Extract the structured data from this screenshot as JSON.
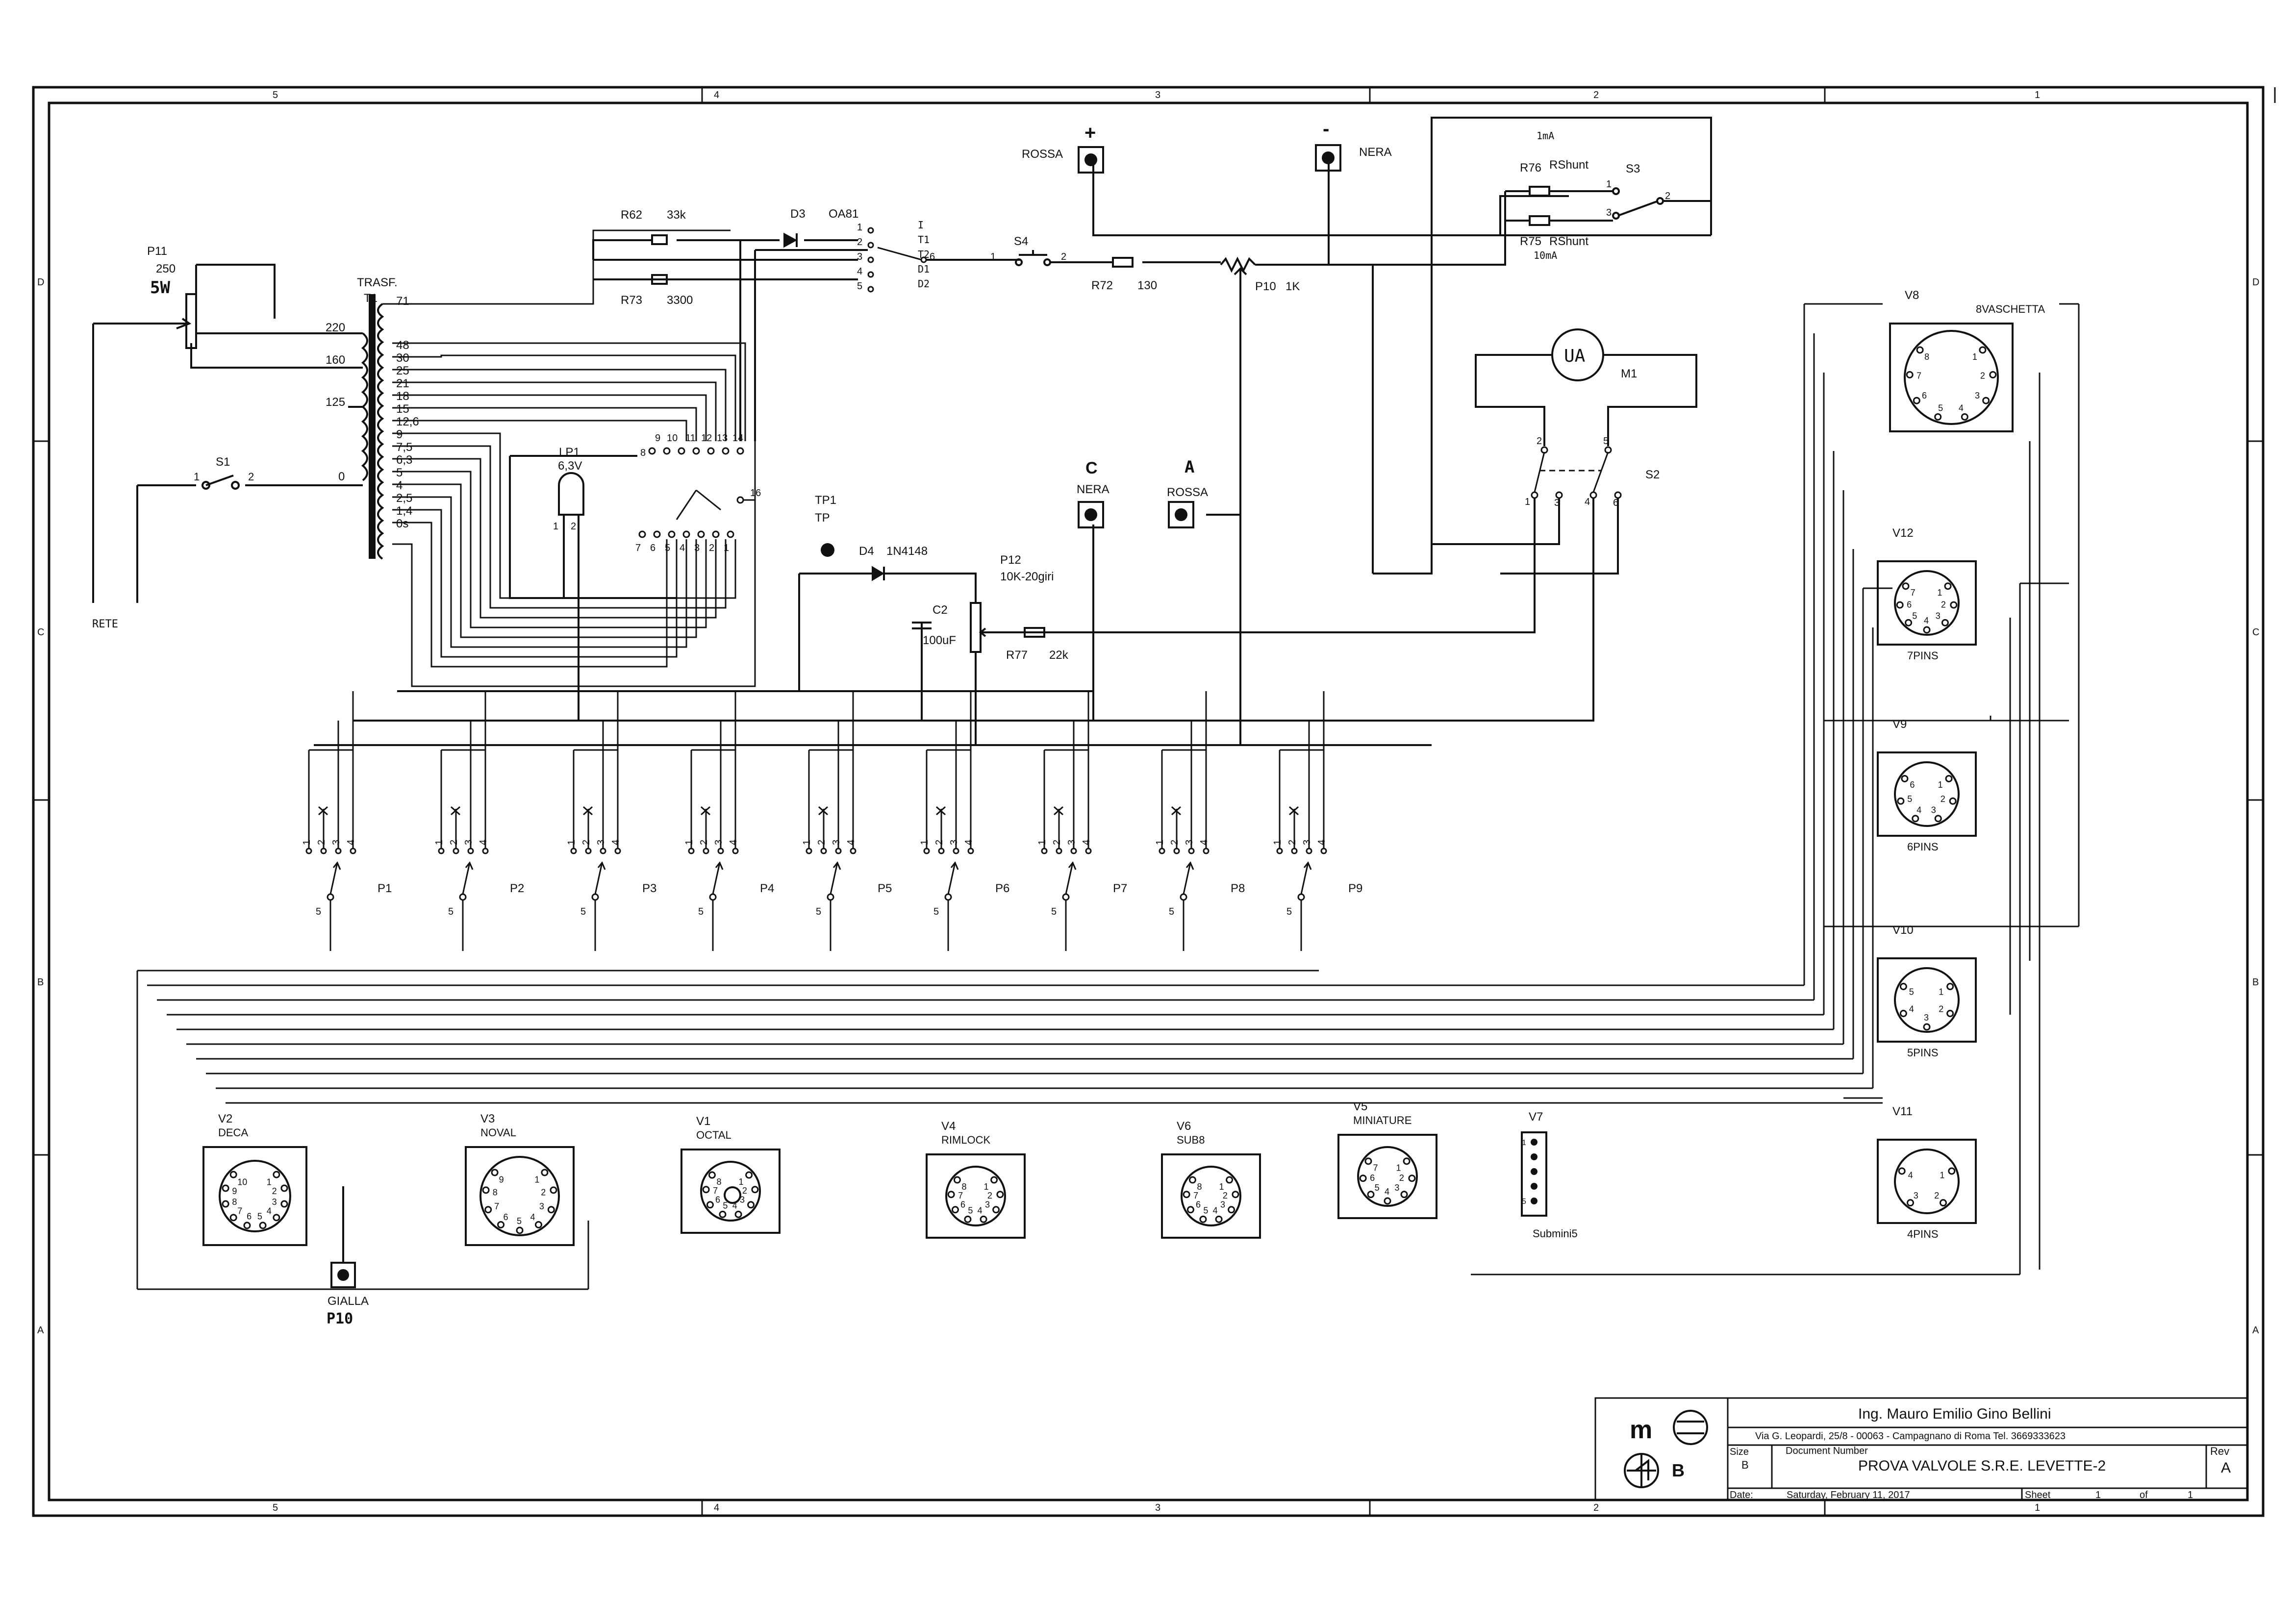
{
  "border": {
    "top_numbers": [
      "5",
      "4",
      "3",
      "2",
      "1"
    ],
    "bottom_numbers": [
      "5",
      "4",
      "3",
      "2",
      "1"
    ],
    "side_letters": [
      "D",
      "C",
      "B",
      "A"
    ]
  },
  "mains": {
    "p11_label": "P11",
    "p11_value": "250",
    "p11_power": "5W",
    "s1_label": "S1",
    "s1_pin1": "1",
    "s1_pin2": "2",
    "rete_label": "RETE"
  },
  "transformer": {
    "title": "TRASF.",
    "ref": "T1",
    "primary_taps": [
      "220",
      "160",
      "125",
      "0"
    ],
    "secondary_taps": [
      "71",
      "48",
      "30",
      "25",
      "21",
      "18",
      "15",
      "12,6",
      "9",
      "7,5",
      "6,3",
      "5",
      "4",
      "2,5",
      "1,4",
      "0s"
    ]
  },
  "lamp": {
    "ref": "LP1",
    "value": "6,3V",
    "pin1": "1",
    "pin2": "2"
  },
  "rotary": {
    "top_pins": [
      "8",
      "9",
      "10",
      "11",
      "12",
      "13",
      "14"
    ],
    "bottom_pins": [
      "7",
      "6",
      "5",
      "4",
      "3",
      "2",
      "1"
    ],
    "extra_pin": "16"
  },
  "top_parts": {
    "r62": "R62",
    "r62_val": "33k",
    "r73": "R73",
    "r73_val": "3300",
    "d3": "D3",
    "d3_val": "OA81",
    "sel_pins": [
      "1",
      "2",
      "3",
      "4",
      "5"
    ],
    "sel_pos": [
      "I",
      "T1",
      "T2",
      "D1",
      "D2"
    ],
    "sel_common": "6",
    "s4": "S4",
    "s4_pin1": "1",
    "s4_pin2": "2",
    "r72": "R72",
    "r72_val": "130",
    "p10": "P10",
    "p10_val": "1K",
    "rossa_plus_sign": "+",
    "rossa_plus": "ROSSA",
    "nera_minus_sign": "-",
    "nera_minus": "NERA"
  },
  "shunt": {
    "range1": "1mA",
    "r76": "R76",
    "r76_name": "RShunt",
    "r75": "R75",
    "r75_name": "RShunt",
    "range2": "10mA",
    "s3": "S3",
    "s3_pins": [
      "1",
      "2",
      "3"
    ]
  },
  "meter": {
    "symbol": "UA",
    "ref": "M1",
    "s2": "S2",
    "s2_pins": [
      "1",
      "2",
      "3",
      "4",
      "5",
      "6"
    ]
  },
  "test_section": {
    "tp1": "TP1",
    "tp": "TP",
    "d4": "D4",
    "d4_val": "1N4148",
    "p12": "P12",
    "p12_val": "10K-20giri",
    "c2": "C2",
    "c2_val": "100uF",
    "r77": "R77",
    "r77_val": "22k",
    "c_letter": "C",
    "c_color": "NERA",
    "a_letter": "A",
    "a_color": "ROSSA"
  },
  "selectors": [
    "P1",
    "P2",
    "P3",
    "P4",
    "P5",
    "P6",
    "P7",
    "P8",
    "P9"
  ],
  "selector_pins": {
    "p1": "1",
    "p2": "2",
    "p3": "3",
    "p4": "4",
    "p5": "5"
  },
  "sockets": {
    "v2": {
      "ref": "V2",
      "type": "DECA",
      "pins": [
        "1",
        "2",
        "3",
        "4",
        "5",
        "6",
        "7",
        "8",
        "9",
        "10"
      ]
    },
    "v3": {
      "ref": "V3",
      "type": "NOVAL",
      "pins": [
        "1",
        "2",
        "3",
        "4",
        "5",
        "6",
        "7",
        "8",
        "9"
      ]
    },
    "v1": {
      "ref": "V1",
      "type": "OCTAL",
      "pins": [
        "1",
        "2",
        "3",
        "4",
        "5",
        "6",
        "7",
        "8"
      ]
    },
    "v4": {
      "ref": "V4",
      "type": "RIMLOCK",
      "pins": [
        "1",
        "2",
        "3",
        "4",
        "5",
        "6",
        "7",
        "8"
      ]
    },
    "v6": {
      "ref": "V6",
      "type": "SUB8",
      "pins": [
        "1",
        "2",
        "3",
        "4",
        "5",
        "6",
        "7",
        "8"
      ]
    },
    "v5": {
      "ref": "V5",
      "type": "MINIATURE",
      "pins": [
        "1",
        "2",
        "3",
        "4",
        "5",
        "6",
        "7"
      ]
    },
    "v7": {
      "ref": "V7",
      "type": "Submini5",
      "pins": [
        "1",
        "5"
      ]
    },
    "v8": {
      "ref": "V8",
      "type": "8VASCHETTA",
      "pins": [
        "1",
        "2",
        "3",
        "4",
        "5",
        "6",
        "7",
        "8"
      ]
    },
    "v12": {
      "ref": "V12",
      "type": "7PINS",
      "pins": [
        "1",
        "2",
        "3",
        "4",
        "5",
        "6",
        "7"
      ]
    },
    "v9": {
      "ref": "V9",
      "type": "6PINS",
      "pins": [
        "1",
        "2",
        "3",
        "4",
        "5",
        "6"
      ]
    },
    "v10": {
      "ref": "V10",
      "type": "5PINS",
      "pins": [
        "1",
        "2",
        "3",
        "4",
        "5"
      ]
    },
    "v11": {
      "ref": "V11",
      "type": "4PINS",
      "pins": [
        "1",
        "2",
        "3",
        "4"
      ]
    }
  },
  "gialla": {
    "color": "GIALLA",
    "ref": "P10"
  },
  "title_block": {
    "author": "Ing. Mauro Emilio Gino Bellini",
    "address": "Via G. Leopardi, 25/8 - 00063 - Campagnano di Roma Tel. 3669333623",
    "size_label": "Size",
    "size": "B",
    "docnum_label": "Document  Number",
    "title": "PROVA VALVOLE S.R.E. LEVETTE-2",
    "rev_label": "Rev",
    "rev": "A",
    "date_label": "Date:",
    "date": "Saturday, February 11, 2017",
    "sheet_label": "Sheet",
    "sheet": "1",
    "of_label": "of",
    "of": "1"
  }
}
